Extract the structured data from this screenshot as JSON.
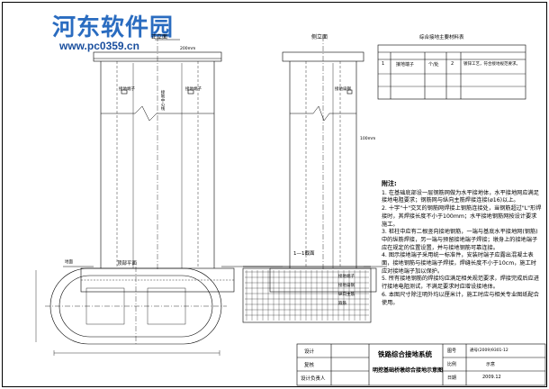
{
  "watermark": {
    "site_name": "河东软件园",
    "site_url": "www.pc0359.cn"
  },
  "views": {
    "front": "正立面",
    "side": "侧立面",
    "plan": "顶部平面",
    "section": "1—1截面"
  },
  "labels": {
    "ground": "地面",
    "dim_top": "200mm",
    "connector_a": "接地端子",
    "connector_b": "接地端子",
    "center": "接地中心线",
    "side_steel": "接地扁钢",
    "side_dim": "100mm",
    "sec_a": "接地端子",
    "sec_b": "接地扁钢",
    "sec_c": "纵向主筋",
    "sec_d": "箍筋"
  },
  "materials": {
    "title": "综合接地主要材料表",
    "row_no": "1",
    "row_name": "接地端子",
    "row_unit": "个/处",
    "row_qty": "2",
    "row_note": "镀锌工艺，符合接地规范要求。"
  },
  "notes": {
    "heading": "附注:",
    "items": [
      "1. 在基础底部设一层钢筋网做为水平接地体，水平接地网应满足接地电阻要求；钢筋网与纵向主筋焊接连接(ø16)以上。",
      "2. 十字\"十\"交叉的钢筋网焊接上钢筋连接处，当钢筋超过\"L\"形焊接时，其焊接长度不小于100mm；水平接地钢筋网按设计要求施工。",
      "3. 桩柱中应有二根竖向接地钢筋，一端与基底水平接地网(钢筋)中的纵筋焊接，另一端与预留接地端子焊接；墩身上的接地端子应在规定的位置设置，并与接地钢筋可靠连接。",
      "4. 图示接地端子采用统一标准件，安装时端子应露出混凝土表面，接地钢筋与接地端子焊接，焊缝长度不小于10cm，施工时应对接地端子加以保护。",
      "5. 所有接地钢筋的焊接均应满足相关规范要求，焊接完成后应进行接地电阻测试，不满足要求时应增设接地体。",
      "6. 本图尺寸除注明外均以厘米计，施工时应与相关专业图纸配合使用。"
    ]
  },
  "title_block": {
    "design_a": "设计",
    "design_b": "复核",
    "design_c": "设计负责人",
    "project": "铁路综合接地系统",
    "drawing_title": "明挖基础桥墩综合接地示意图",
    "num_label": "图号",
    "drawing_num": "通号(2009)9301-12",
    "scale_label": "比例",
    "scale_value": "示意",
    "date_label": "日期",
    "date_value": "2009.12"
  }
}
